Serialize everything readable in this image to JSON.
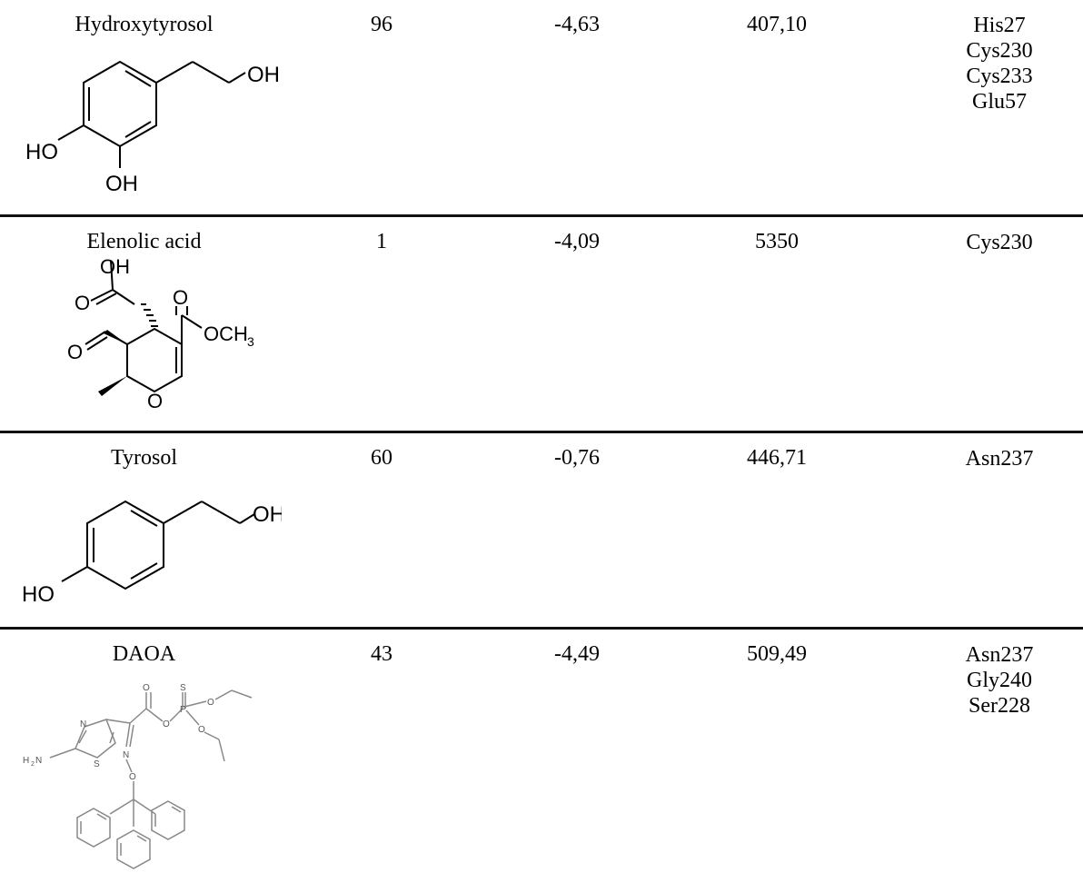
{
  "rows": [
    {
      "compound": "Hydroxytyrosol",
      "value1": "96",
      "value2": "-4,63",
      "value3": "407,10",
      "residues": [
        "His27",
        "Cys230",
        "Cys233",
        "Glu57"
      ],
      "structure_labels": [
        "OH",
        "HO",
        "OH"
      ]
    },
    {
      "compound": "Elenolic acid",
      "value1": "1",
      "value2": "-4,09",
      "value3": "5350",
      "residues": [
        "Cys230"
      ],
      "structure_labels": [
        "OH",
        "O",
        "O",
        "O",
        "OCH",
        "3",
        "O"
      ]
    },
    {
      "compound": "Tyrosol",
      "value1": "60",
      "value2": "-0,76",
      "value3": "446,71",
      "residues": [
        "Asn237"
      ],
      "structure_labels": [
        "OH",
        "HO"
      ]
    },
    {
      "compound": "DAOA",
      "value1": "43",
      "value2": "-4,49",
      "value3": "509,49",
      "residues": [
        "Asn237",
        "Gly240",
        "Ser228"
      ],
      "structure_labels": [
        "O",
        "S",
        "P",
        "O",
        "O",
        "O",
        "N",
        "H",
        "2",
        "N",
        "S",
        "N",
        "O"
      ]
    }
  ]
}
